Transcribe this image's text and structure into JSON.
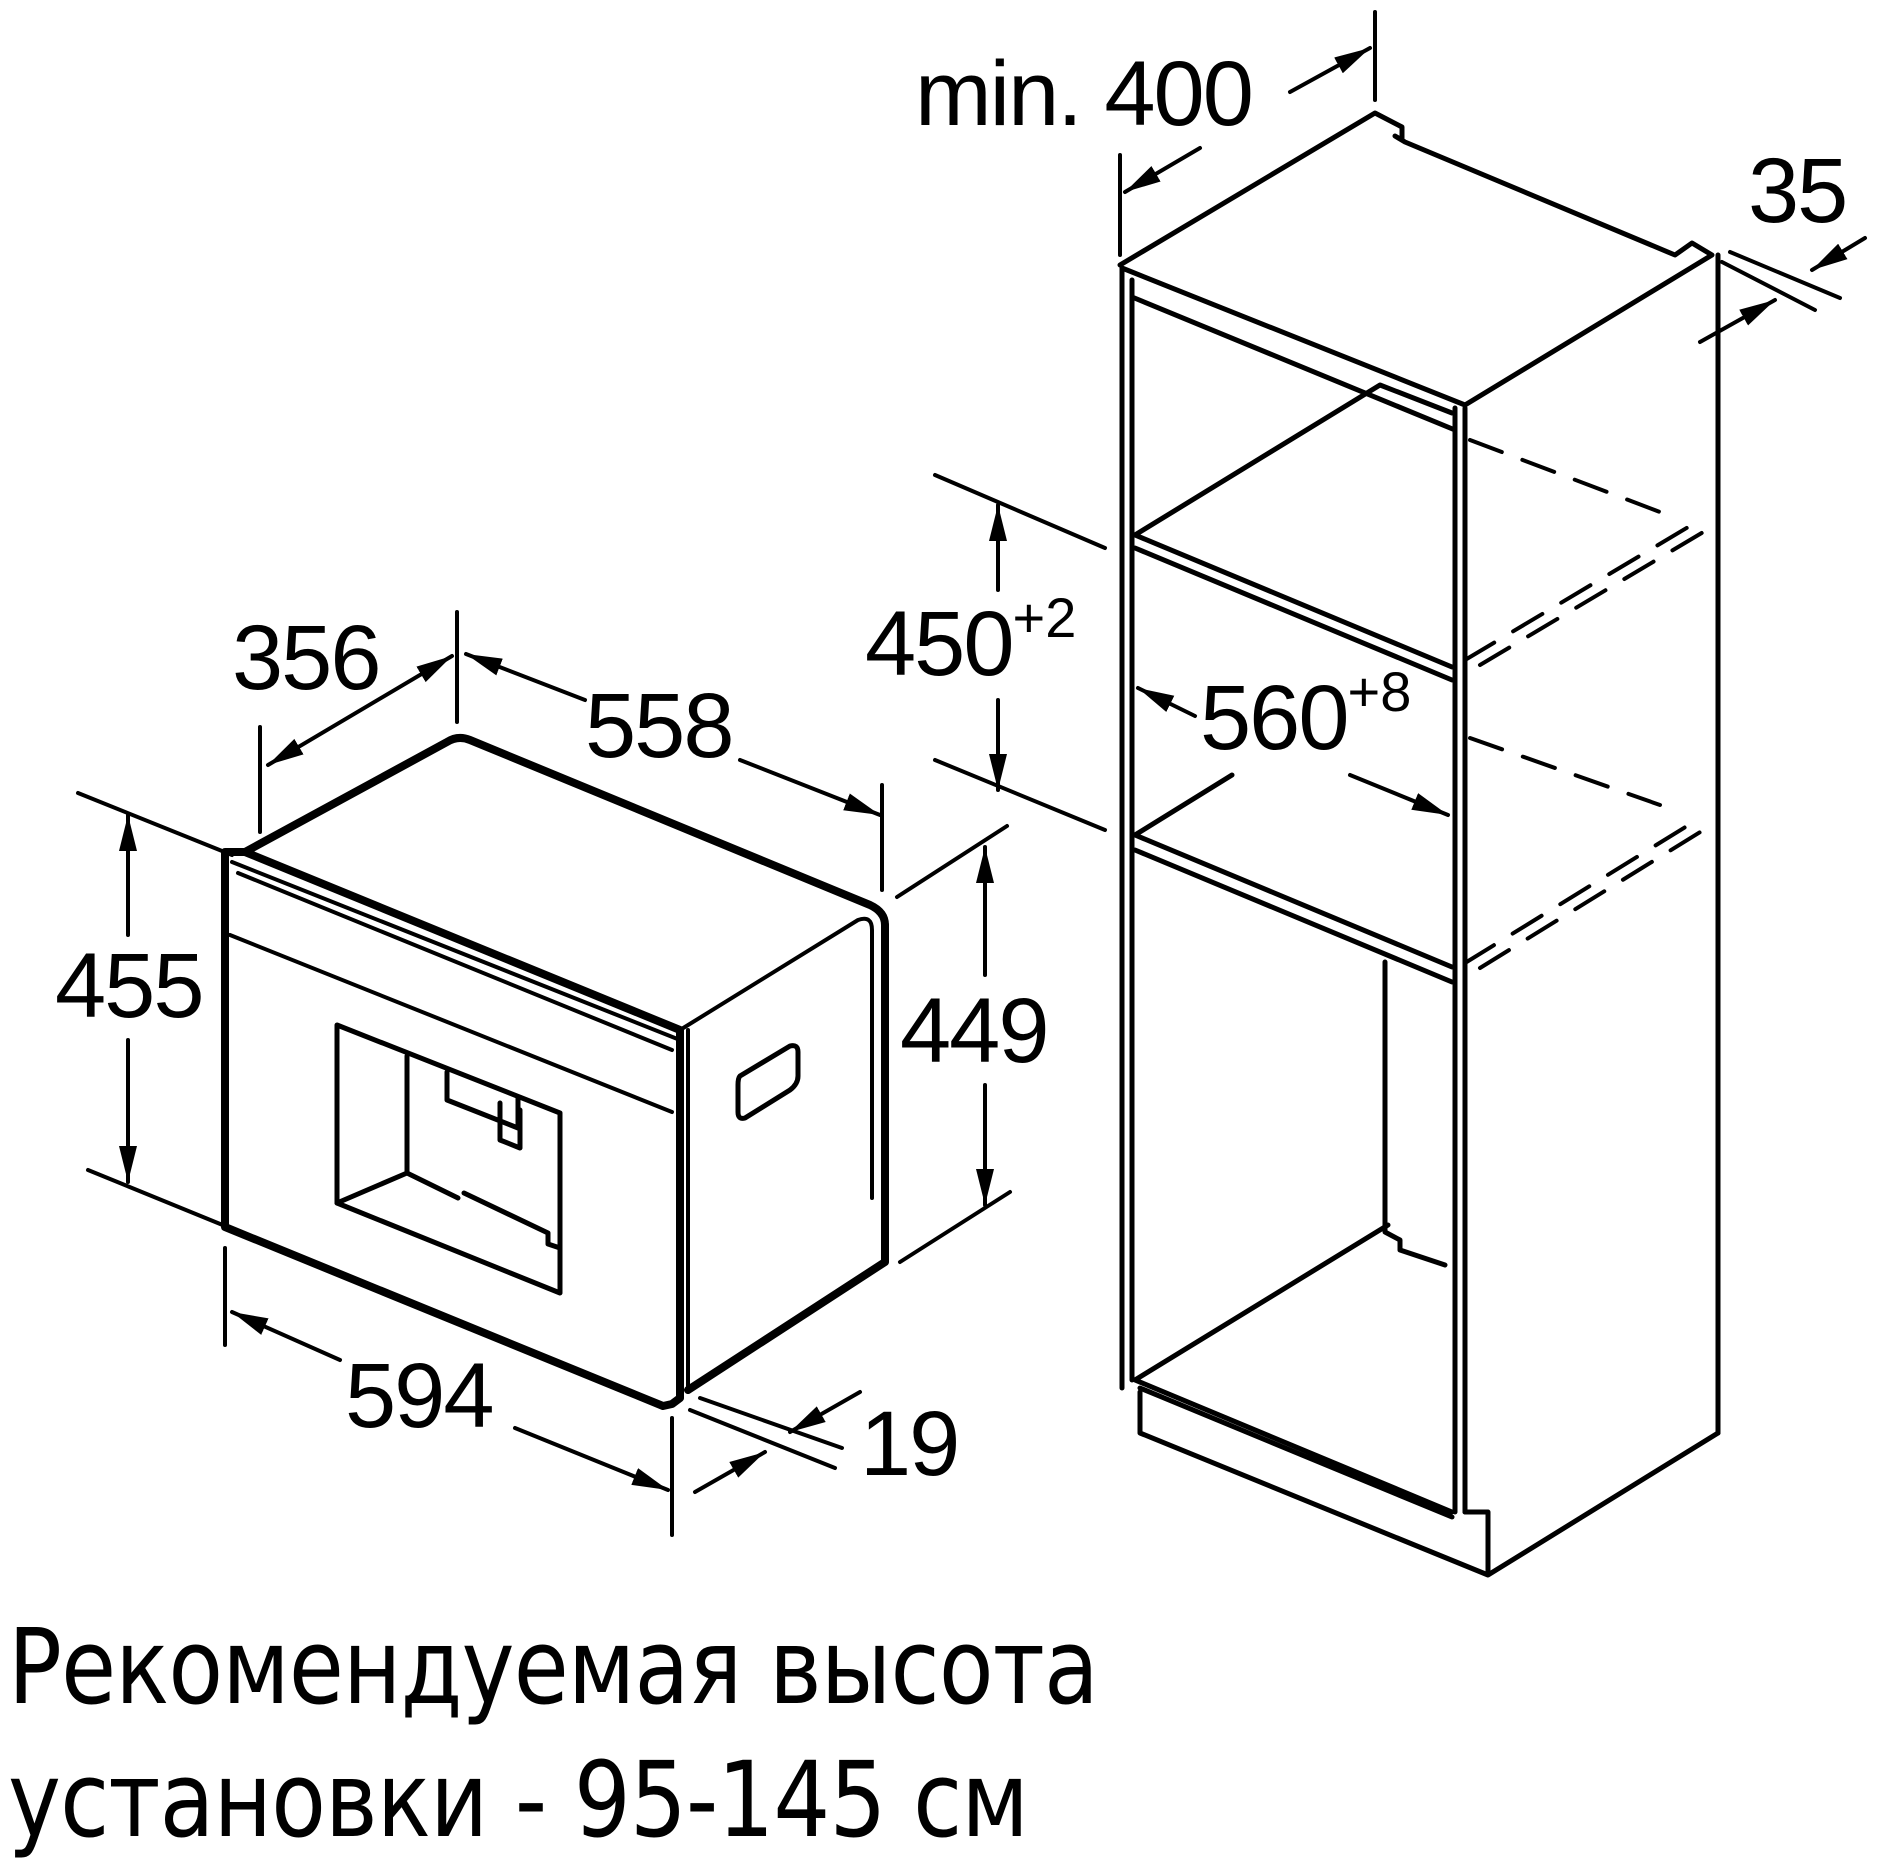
{
  "diagram": {
    "type": "installation-dimensions",
    "units": "mm",
    "appliance": {
      "dimensions": {
        "depth_top": "356",
        "width_top": "558",
        "height_front": "455",
        "height_body": "449",
        "front_width": "594",
        "front_panel_thickness": "19"
      }
    },
    "cabinet": {
      "dimensions": {
        "min_depth_label": "min. 400",
        "back_gap": "35",
        "niche_height_base": "450",
        "niche_height_tolerance": "+2",
        "niche_width_base": "560",
        "niche_width_tolerance": "+8"
      }
    },
    "caption": {
      "line1": "Рекомендуемая высота",
      "line2": "установки - 95-145 см"
    },
    "colors": {
      "line": "#000000",
      "background": "#ffffff"
    }
  }
}
